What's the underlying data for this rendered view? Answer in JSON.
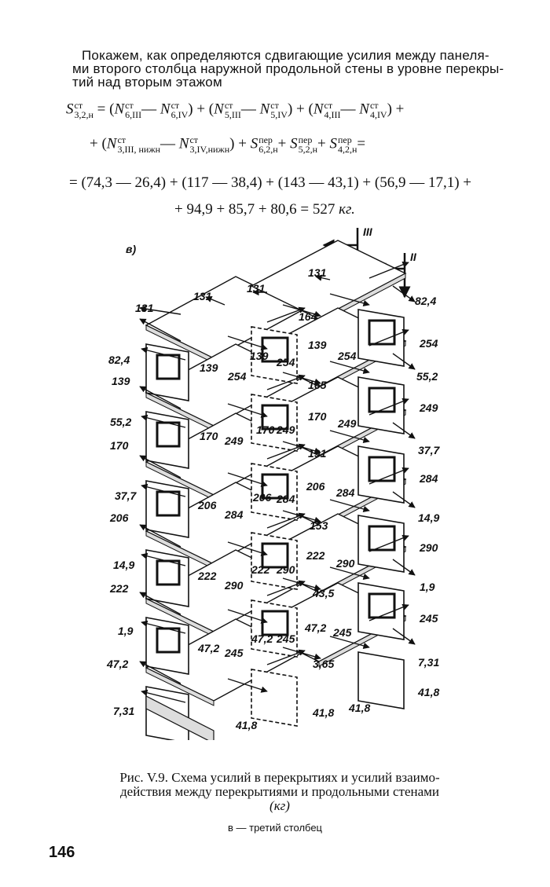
{
  "paragraph": {
    "line1": "Покажем, как определяются сдвигающие усилия между панеля-",
    "line2": "ми второго столбца наружной продольной стены в уровне перекры-",
    "line3": "тий над вторым этажом"
  },
  "equation": {
    "line1": "S³²ₙ = (N⁶ᴵᴵᴵ − N⁶ᴵⱽ) + (N⁵ᴵᴵᴵ − N⁵ᴵⱽ) + (N⁴ᴵᴵᴵ − N⁴ᴵⱽ) +",
    "line2_note": "formula rendered structurally below",
    "line3": "= (74,3 — 26,4) + (117 — 38,4) + (143 — 43,1) + (56,9 — 17,1) +",
    "line4": "+ 94,9 + 85,7 + 80,6 = 527",
    "unit": "кг."
  },
  "formula_symbols": {
    "sup_st": "ст",
    "sup_per": "пер",
    "sub_32n": "3,2,н",
    "sub_6III": "6,III",
    "sub_6IV": "6,IV",
    "sub_5III": "5,III",
    "sub_5IV": "5,IV",
    "sub_4III": "4,III",
    "sub_4IV": "4,IV",
    "sub_3III_low": "3,III, нижн",
    "sub_3IV_low": "3,IV,нижн",
    "sub_62n": "6,2,н",
    "sub_52n": "5,2,н",
    "sub_42n": "4,2,н"
  },
  "figure": {
    "panel_label": "в)",
    "section_III": "III",
    "section_II": "II",
    "labels": {
      "top_131_a": "131",
      "top_131_b": "131",
      "top_131_c": "131",
      "top_131_d": "131",
      "f6_right_82": "82,4",
      "f6_mid_164": "164",
      "f6_right_254": "254",
      "f6_139a": "139",
      "f6_254a": "254",
      "f6_139b": "139",
      "f6_254b": "254",
      "f6_139c": "139",
      "f6_254c": "254",
      "f6_left_82": "82,4",
      "f6_left_139": "139",
      "f5_mid_165": "165",
      "f5_right_55": "55,2",
      "f5_right_249": "249",
      "f5_170a": "170",
      "f5_249a": "249",
      "f5_170b": "170",
      "f5_249b": "249",
      "f5_170c": "170",
      "f5_249c": "249",
      "f5_left_55": "55,2",
      "f5_left_170": "170",
      "f4_mid_191": "191",
      "f4_right_37": "37,7",
      "f4_right_284": "284",
      "f4_206a": "206",
      "f4_284a": "284",
      "f4_206b": "206",
      "f4_284b": "284",
      "f4_206c": "206",
      "f4_284c": "284",
      "f4_left_37": "37,7",
      "f4_left_206": "206",
      "f3_mid_153": "153",
      "f3_right_14": "14,9",
      "f3_right_290": "290",
      "f3_222a": "222",
      "f3_290a": "290",
      "f3_222b": "222",
      "f3_290b": "290",
      "f3_222c": "222",
      "f3_290c": "290",
      "f3_left_14": "14,9",
      "f3_left_222": "222",
      "f2_mid_435": "43,5",
      "f2_right_19": "1,9",
      "f2_right_245": "245",
      "f2_472a": "47,2",
      "f2_245a": "245",
      "f2_472b": "47,2",
      "f2_245b": "245",
      "f2_472c": "47,2",
      "f2_245c": "245",
      "f2_left_19": "1,9",
      "f2_left_472": "47,2",
      "f1_mid_365": "3,65",
      "f1_right_731": "7,31",
      "f1_right_418": "41,8",
      "f1_left_731": "7,31",
      "f1_418a": "41,8",
      "f1_418b": "41,8",
      "f1_418c": "41,8"
    }
  },
  "caption": {
    "line1": "Рис. V.9. Схема усилий в перекрытиях и усилий взаимо-",
    "line2": "действия между перекрытиями и продольными стенами",
    "line3": "(кг)"
  },
  "subcaption": "в — третий столбец",
  "page_number": "146"
}
